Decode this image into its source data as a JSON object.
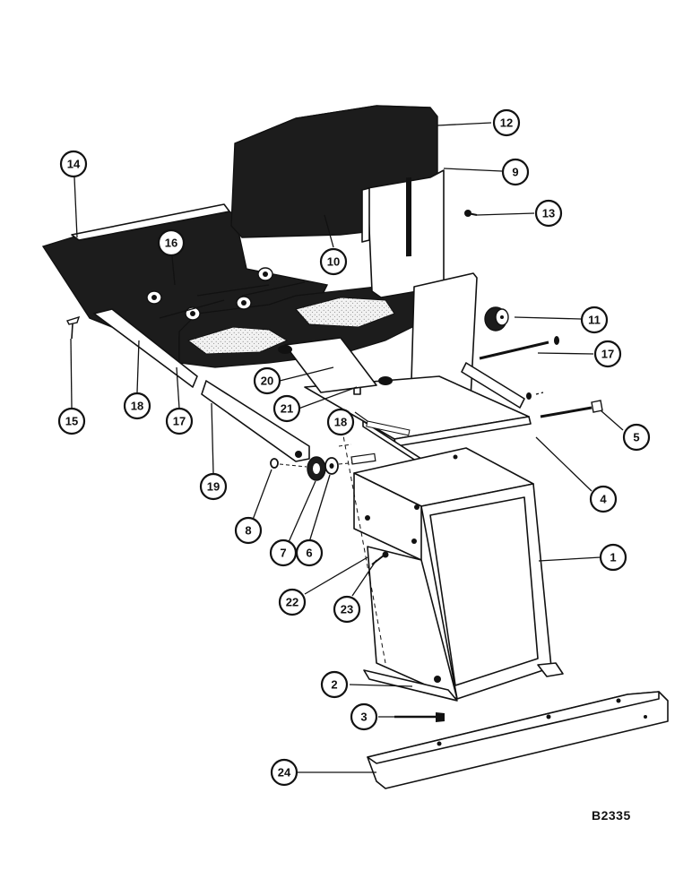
{
  "drawing_code": "B2335",
  "callouts": [
    {
      "num": "1",
      "part": "base"
    },
    {
      "num": "2",
      "part": "base-foot"
    },
    {
      "num": "3",
      "part": "bolt"
    },
    {
      "num": "4",
      "part": "seat-plate"
    },
    {
      "num": "5",
      "part": "bolt"
    },
    {
      "num": "6",
      "part": "washer"
    },
    {
      "num": "7",
      "part": "knob"
    },
    {
      "num": "8",
      "part": "washer"
    },
    {
      "num": "9",
      "part": "backrest-bracket"
    },
    {
      "num": "10",
      "part": "backrest-pad"
    },
    {
      "num": "11",
      "part": "bumper"
    },
    {
      "num": "12",
      "part": "backrest-cushion"
    },
    {
      "num": "13",
      "part": "screw"
    },
    {
      "num": "14",
      "part": "seat-cushion"
    },
    {
      "num": "15",
      "part": "screw"
    },
    {
      "num": "16",
      "part": "nut"
    },
    {
      "num": "17",
      "part": "rod"
    },
    {
      "num": "17",
      "part": "rod"
    },
    {
      "num": "18",
      "part": "arm"
    },
    {
      "num": "18",
      "part": "arm"
    },
    {
      "num": "19",
      "part": "side-arm"
    },
    {
      "num": "20",
      "part": "slide"
    },
    {
      "num": "21",
      "part": "bracket"
    },
    {
      "num": "22",
      "part": "bolt"
    },
    {
      "num": "23",
      "part": "screw"
    },
    {
      "num": "24",
      "part": "mounting-rail"
    }
  ]
}
